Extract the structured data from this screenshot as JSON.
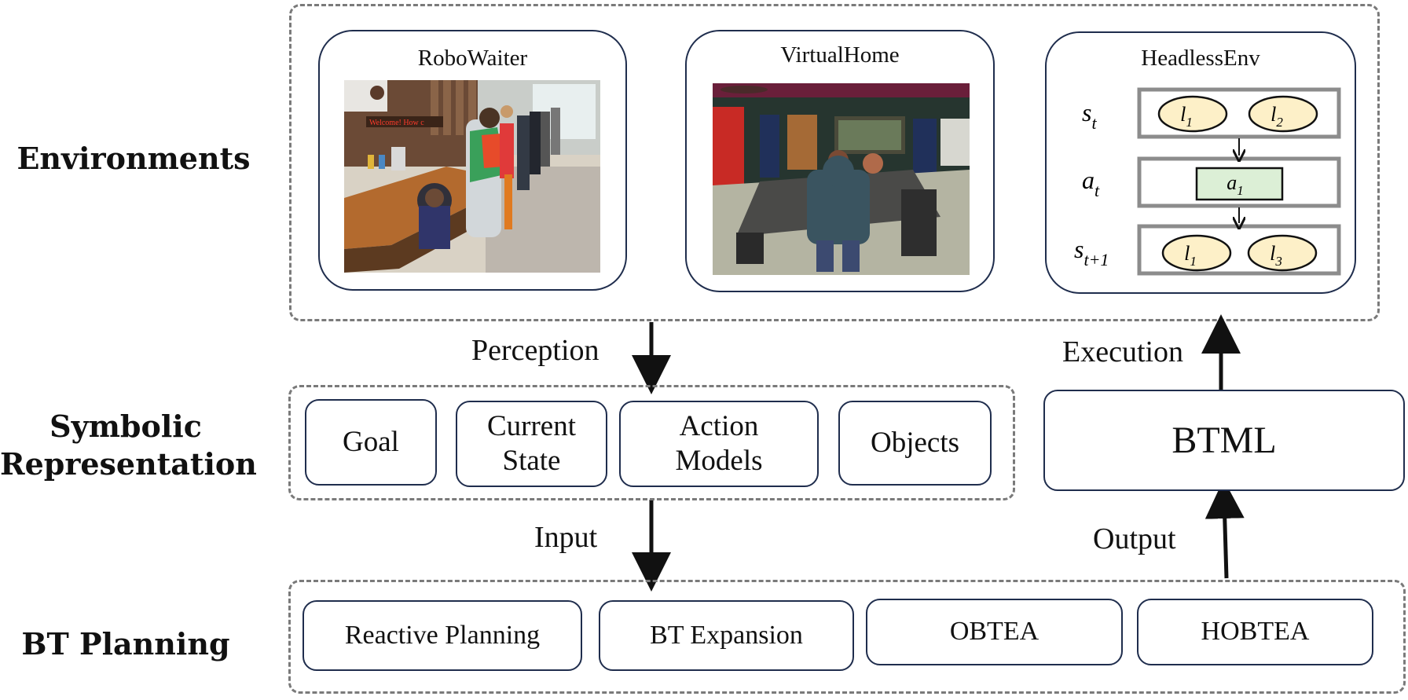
{
  "sections": {
    "environments": "Environments",
    "symbolic_line1": "Symbolic",
    "symbolic_line2": "Representation",
    "bt_planning": "BT Planning"
  },
  "environments": {
    "robowaiter": {
      "title": "RoboWaiter",
      "sign_text": "Welcome! How c"
    },
    "virtualhome": {
      "title": "VirtualHome"
    },
    "headless": {
      "title": "HeadlessEnv",
      "rows": [
        {
          "label_base": "s",
          "label_sub": "t",
          "items": [
            {
              "base": "l",
              "sub": "1"
            },
            {
              "base": "l",
              "sub": "2"
            }
          ]
        },
        {
          "label_base": "a",
          "label_sub": "t",
          "items": [
            {
              "base": "a",
              "sub": "1"
            }
          ]
        },
        {
          "label_base": "s",
          "label_sub": "t+1",
          "items": [
            {
              "base": "l",
              "sub": "1"
            },
            {
              "base": "l",
              "sub": "3"
            }
          ]
        }
      ]
    }
  },
  "flow": {
    "perception": "Perception",
    "execution": "Execution",
    "input": "Input",
    "output": "Output"
  },
  "symbolic": {
    "goal": "Goal",
    "current_state_line1": "Current",
    "current_state_line2": "State",
    "action_models_line1": "Action",
    "action_models_line2": "Models",
    "objects": "Objects"
  },
  "btml": "BTML",
  "planning": {
    "reactive": "Reactive Planning",
    "expansion": "BT Expansion",
    "obtea": "OBTEA",
    "hobtea": "HOBTEA"
  },
  "colors": {
    "card_border": "#1f2d4d",
    "dashed_border": "#7a7a7a",
    "literal_fill": "#fdf0c8",
    "action_fill": "#dcefd6"
  }
}
